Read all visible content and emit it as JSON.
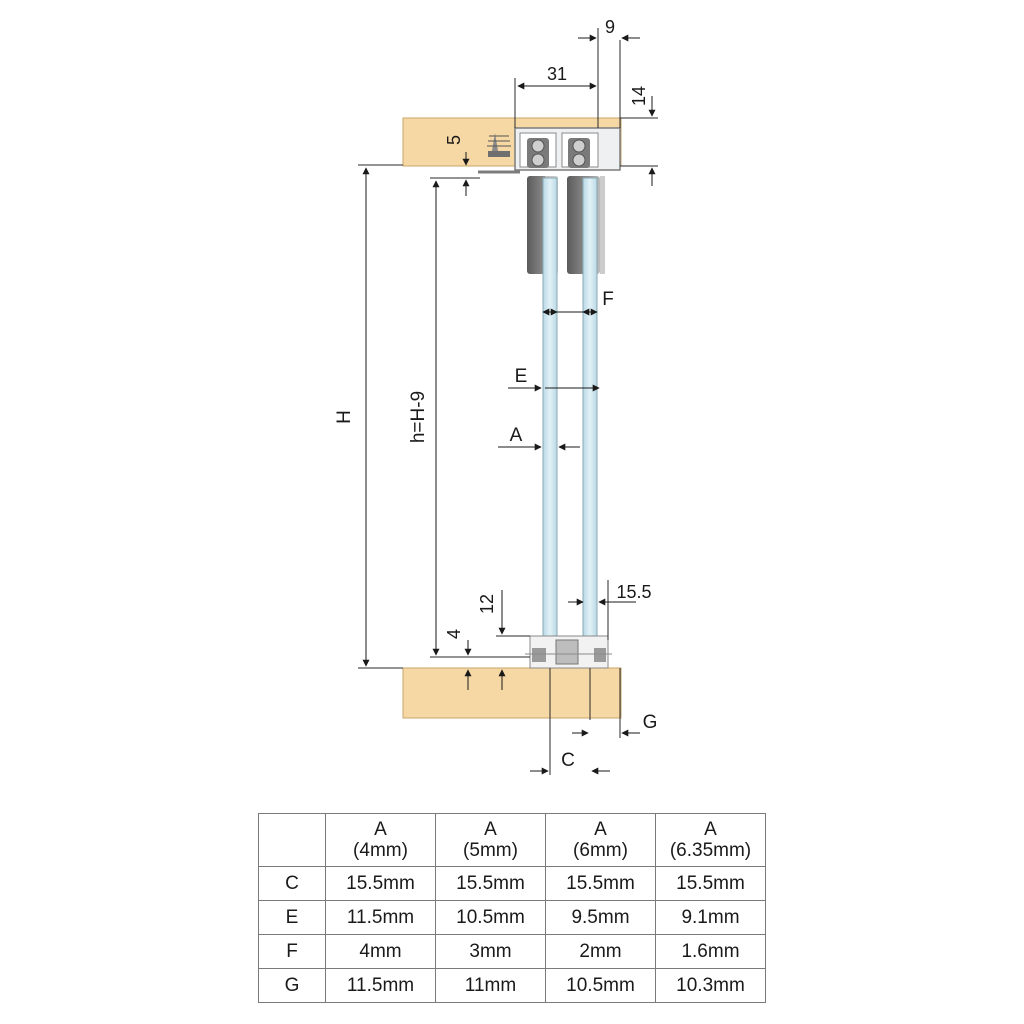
{
  "diagram": {
    "labels": {
      "top_width": "9",
      "track_width": "31",
      "track_height": "14",
      "top_gap": "5",
      "F": "F",
      "E": "E",
      "A": "A",
      "H": "H",
      "h": "h=H-9",
      "bottom_right": "15.5",
      "bottom_12": "12",
      "bottom_4": "4",
      "G": "G",
      "C": "C"
    },
    "colors": {
      "wood": "#f5d8a4",
      "glass": "#c9e3ee",
      "roller": "#7a7a7a",
      "line": "#1a1a1a"
    }
  },
  "table": {
    "corner": "",
    "columns": [
      {
        "line1": "A",
        "line2": "(4mm)"
      },
      {
        "line1": "A",
        "line2": "(5mm)"
      },
      {
        "line1": "A",
        "line2": "(6mm)"
      },
      {
        "line1": "A",
        "line2": "(6.35mm)"
      }
    ],
    "rows": [
      {
        "label": "C",
        "cells": [
          "15.5mm",
          "15.5mm",
          "15.5mm",
          "15.5mm"
        ]
      },
      {
        "label": "E",
        "cells": [
          "11.5mm",
          "10.5mm",
          "9.5mm",
          "9.1mm"
        ]
      },
      {
        "label": "F",
        "cells": [
          "4mm",
          "3mm",
          "2mm",
          "1.6mm"
        ]
      },
      {
        "label": "G",
        "cells": [
          "11.5mm",
          "11mm",
          "10.5mm",
          "10.3mm"
        ]
      }
    ]
  }
}
